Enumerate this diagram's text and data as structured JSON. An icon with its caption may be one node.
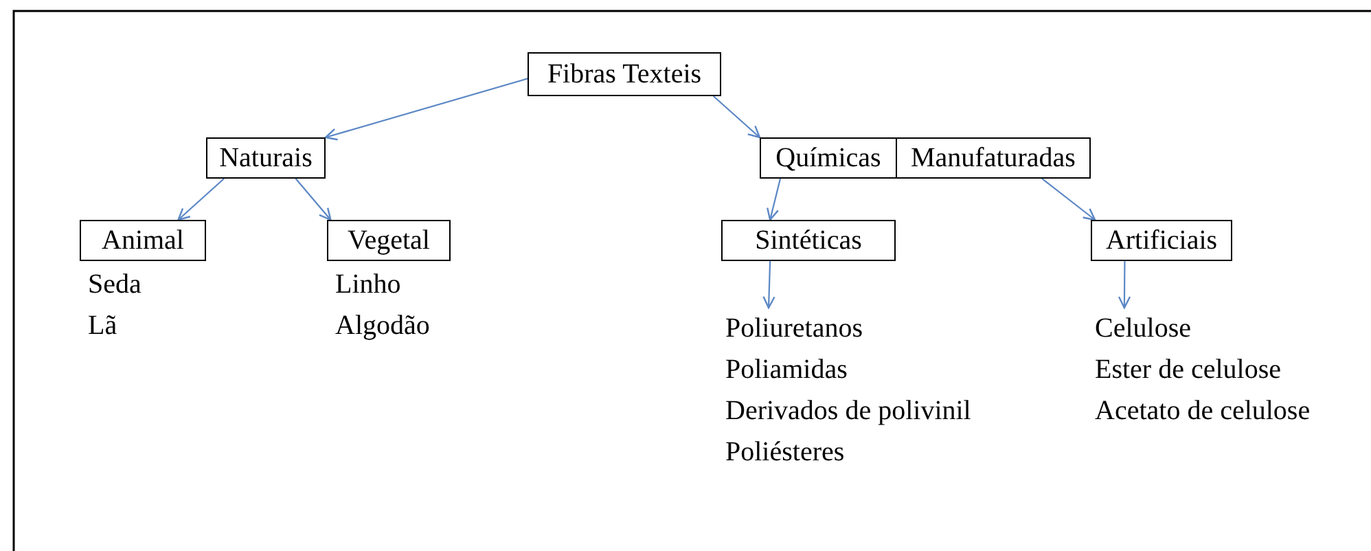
{
  "diagram": {
    "nodes": [
      {
        "text": [
          "Fibras Texteis"
        ]
      },
      {
        "text": [
          "Naturais"
        ]
      },
      {
        "text": [
          "Químicas"
        ]
      },
      {
        "text": [
          "Manufaturadas"
        ]
      },
      {
        "text": [
          "Animal"
        ],
        "beside": [
          "Seda",
          "Lã"
        ]
      },
      {
        "text": [
          "Vegetal"
        ],
        "beside": [
          "Linho",
          "Algodão"
        ]
      },
      {
        "text": [
          "Sintéticas"
        ]
      },
      {
        "text": [
          "Artificiais"
        ]
      },
      {
        "text": [
          "Poliuretanos",
          "Poliamidas",
          "Derivados de polivinil",
          "Poliésteres"
        ]
      },
      {
        "text": [
          "Celulose",
          "Ester de celulose",
          "Acetato de celulose"
        ]
      }
    ],
    "edges": [
      {
        "from": 0,
        "to": 1,
        "arrow": "to"
      },
      {
        "from": 0,
        "to": 2,
        "arrow": "to"
      },
      {
        "from": 1,
        "to": 4,
        "arrow": "to"
      },
      {
        "from": 1,
        "to": 5,
        "arrow": "to"
      },
      {
        "from": 2,
        "to": 6,
        "arrow": "to"
      },
      {
        "from": 3,
        "to": 7,
        "arrow": "to"
      },
      {
        "from": 6,
        "to": 8,
        "arrow": "to"
      },
      {
        "from": 7,
        "to": 9,
        "arrow": "to"
      }
    ]
  }
}
